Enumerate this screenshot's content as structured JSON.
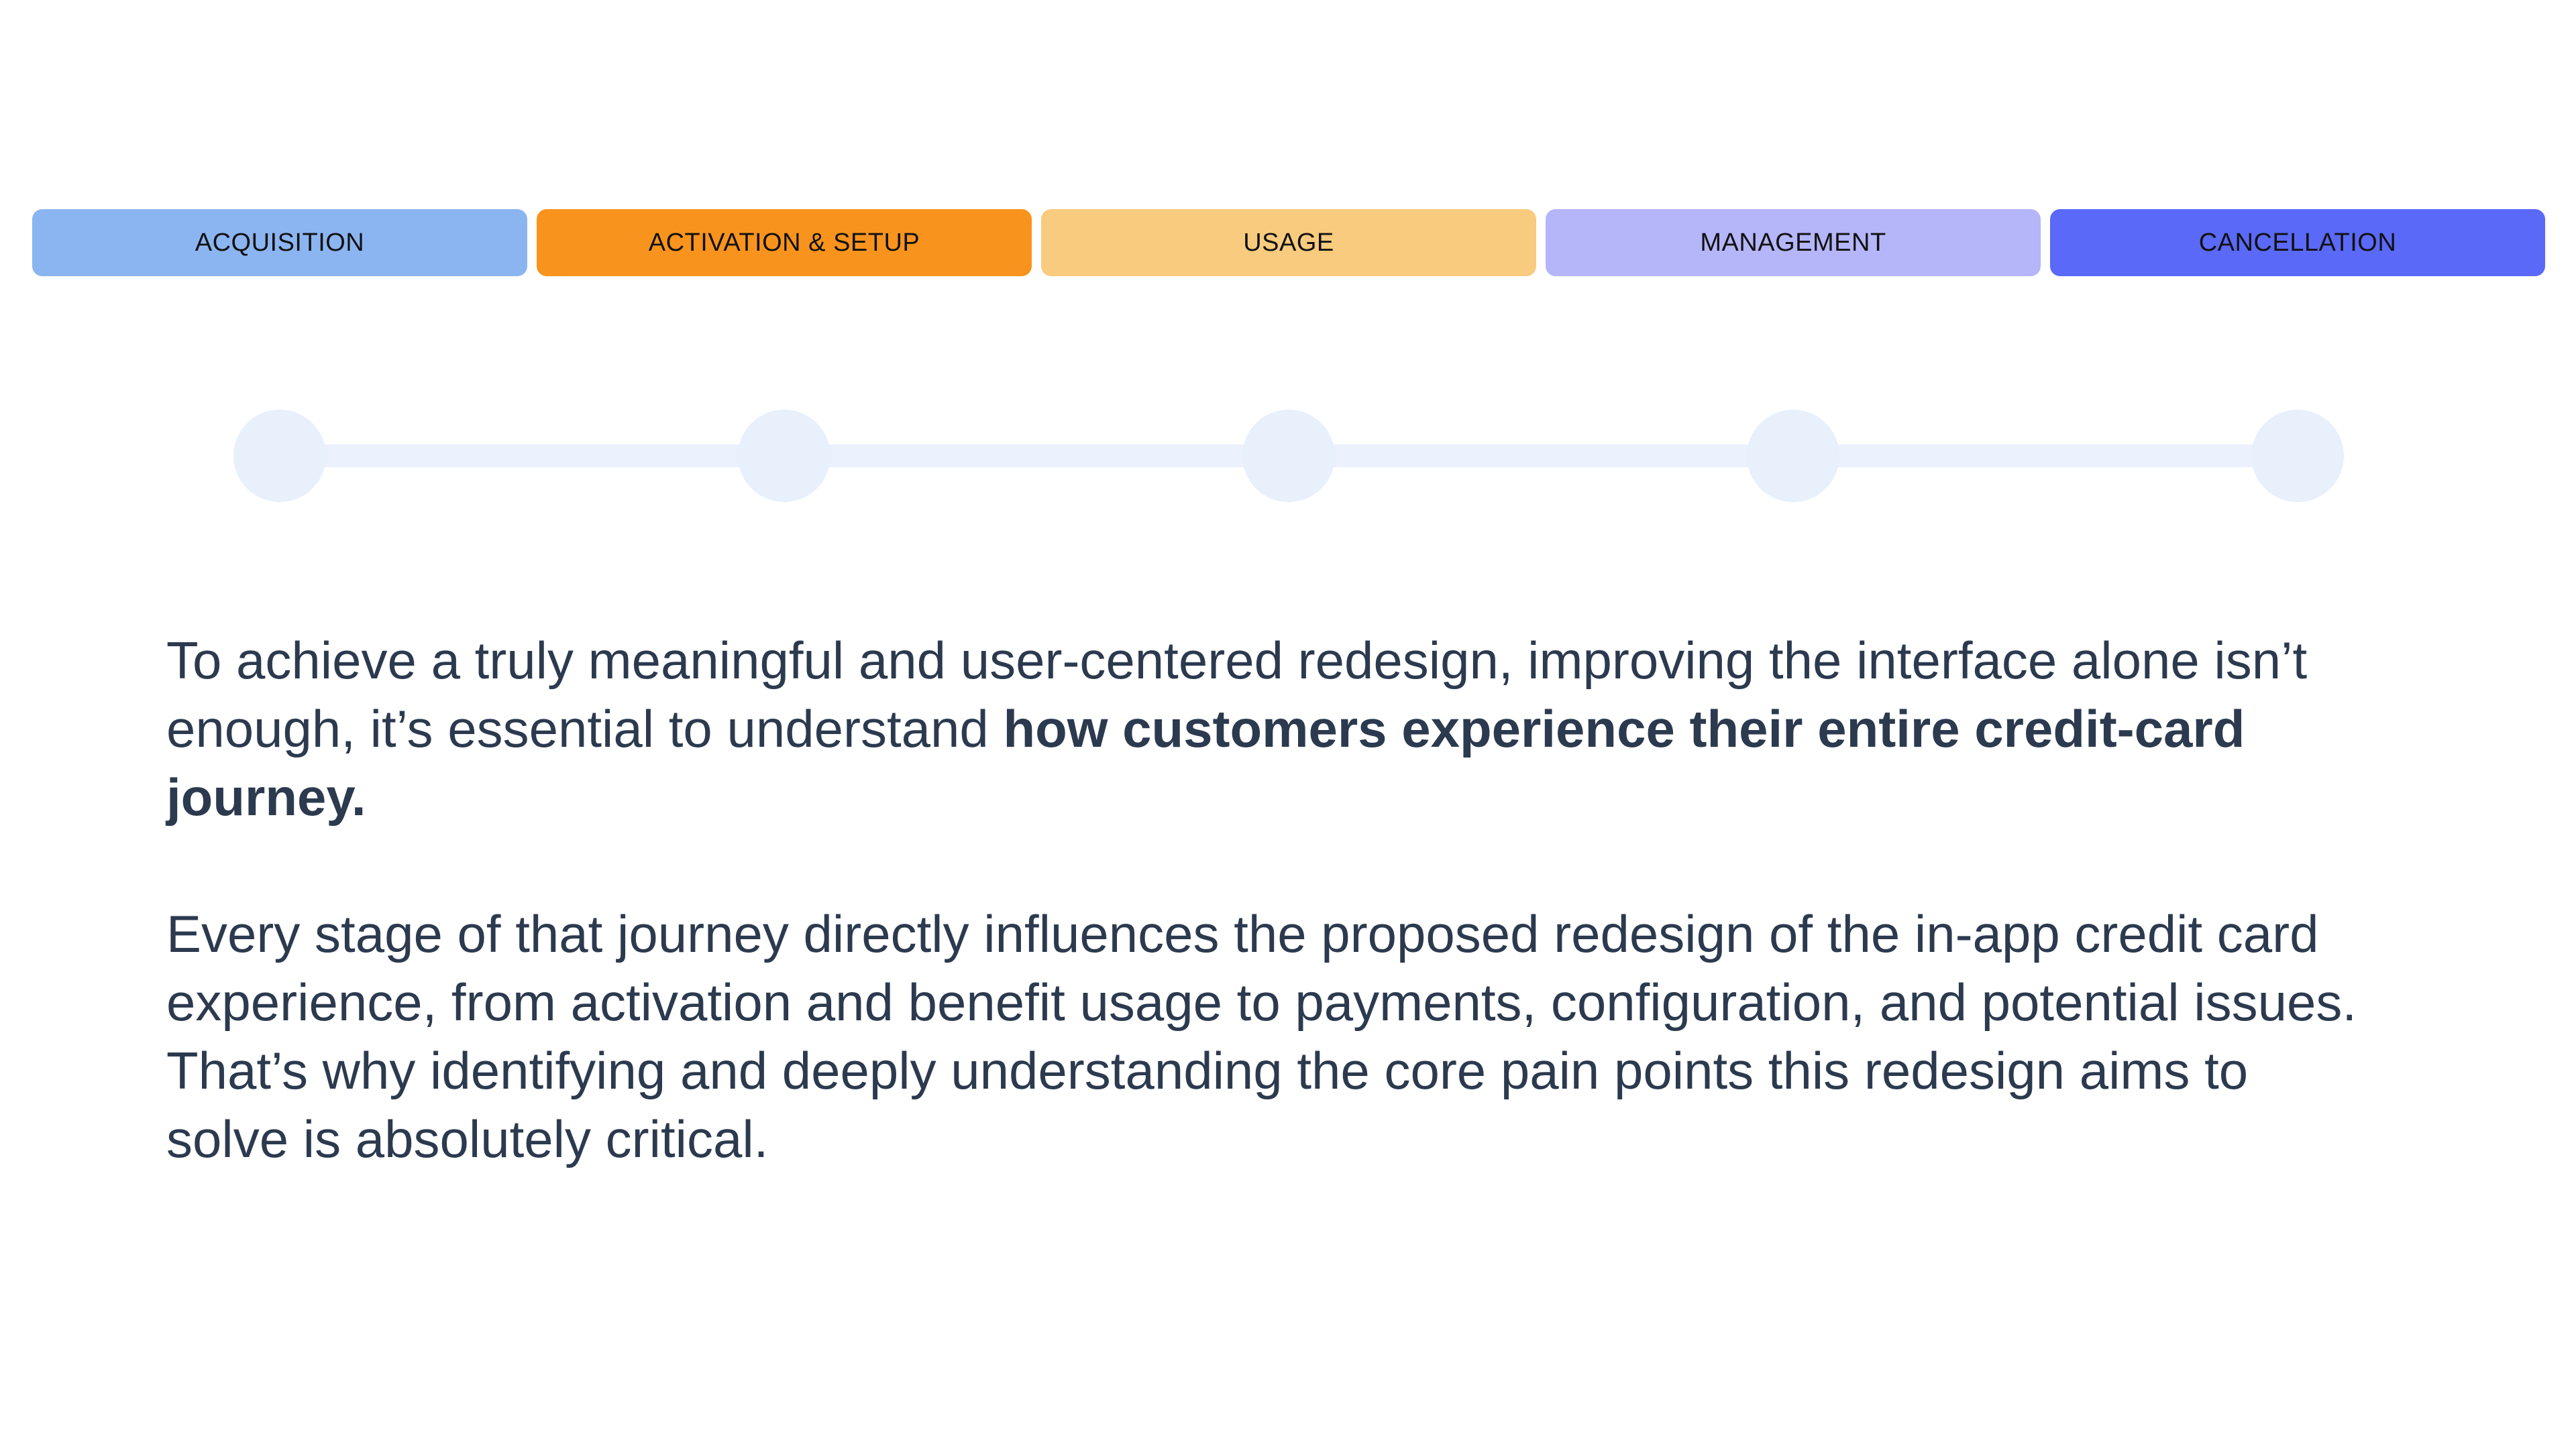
{
  "page": {
    "background": "#FFFFFF"
  },
  "stages": {
    "label_color": "#111111",
    "tabs": [
      {
        "label": "ACQUISITION",
        "color": "#8BB5F1"
      },
      {
        "label": "ACTIVATION & SETUP",
        "color": "#F8941D"
      },
      {
        "label": "USAGE",
        "color": "#F9CB7E"
      },
      {
        "label": "MANAGEMENT",
        "color": "#B5B5FA"
      },
      {
        "label": "CANCELLATION",
        "color": "#5A69F7"
      }
    ]
  },
  "timeline": {
    "node_count": 5,
    "node_color": "#E8F0FC",
    "connector_color": "#EBF2FE"
  },
  "body": {
    "text_color": "#2C3A4F",
    "p1_line1": "To achieve a truly meaningful and user-centered redesign, improving the interface alone isn’t",
    "p1_line2_regular": "enough, it’s essential to understand ",
    "p1_line2_bold": "how customers experience their entire credit-card",
    "p1_line3_bold": "journey.",
    "p2_line1": "Every stage of that journey directly influences the proposed redesign of the in-app credit card",
    "p2_line2": "experience, from activation and benefit usage to payments, configuration, and potential issues.",
    "p2_line3": "That’s why identifying and deeply understanding the core pain points this redesign aims to",
    "p2_line4": "solve is absolutely critical."
  }
}
